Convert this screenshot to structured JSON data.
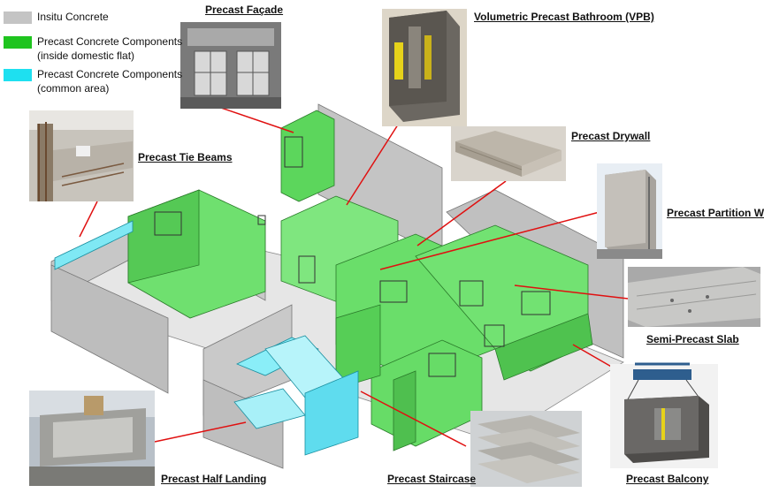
{
  "legend": [
    {
      "text": "Insitu Concrete",
      "color": "#c4c4c4"
    },
    {
      "text": "Precast Concrete Components\n(inside domestic flat)",
      "color": "#1fc41f"
    },
    {
      "text": "Precast Concrete Components\n(common area)",
      "color": "#1ee0f0"
    }
  ],
  "labels": {
    "facade": "Precast Façade",
    "vpb": "Volumetric Precast Bathroom (VPB)",
    "drywall": "Precast Drywall",
    "tie_beams": "Precast Tie Beams",
    "partition": "Precast Partition Wall",
    "slab": "Semi-Precast Slab",
    "balcony": "Precast Balcony",
    "half_landing": "Precast Half Landing",
    "staircase": "Precast Staircase"
  },
  "colors": {
    "insitu": "#c4c4c4",
    "precast_flat": "#63e063",
    "precast_common": "#86ecf6",
    "leader": "#e01010"
  }
}
